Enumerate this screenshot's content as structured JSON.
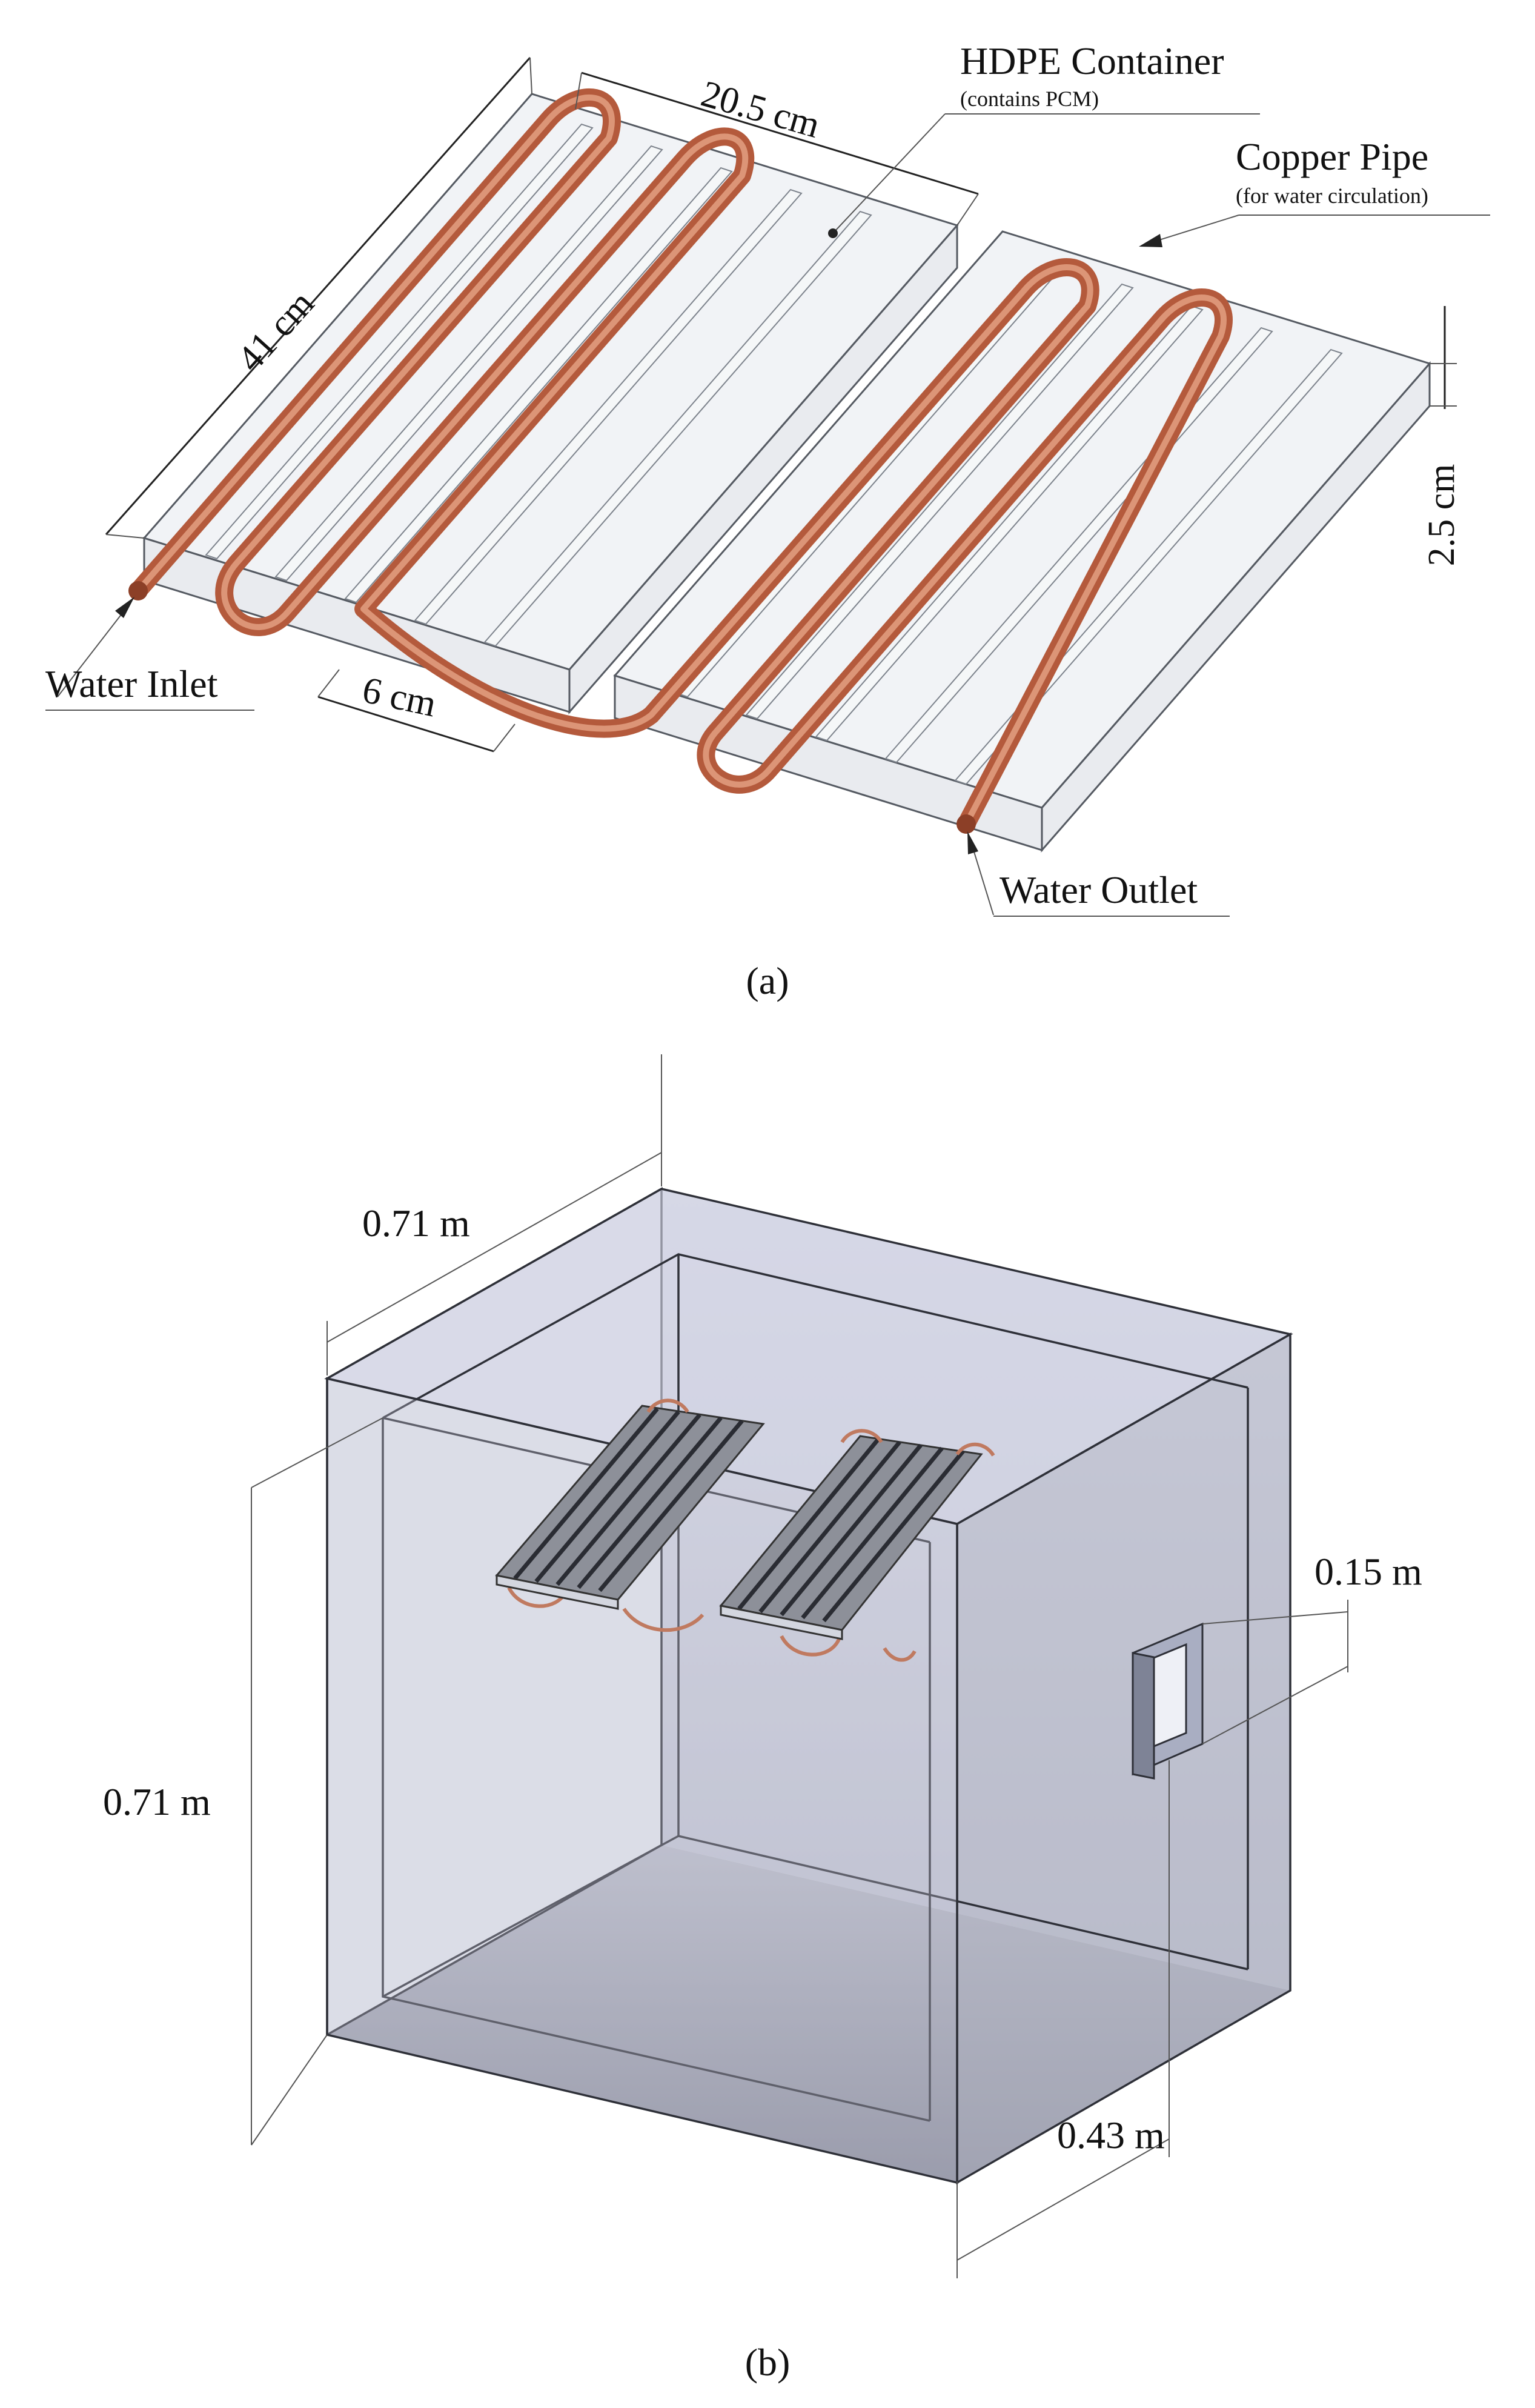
{
  "figure_a": {
    "caption": "(a)",
    "labels": {
      "hdpe_container": "HDPE Container",
      "hdpe_note": "(contains PCM)",
      "copper_pipe": "Copper Pipe",
      "copper_note": "(for water circulation)",
      "water_inlet": "Water Inlet",
      "water_outlet": "Water Outlet"
    },
    "dimensions": {
      "length": "41 cm",
      "width": "20.5 cm",
      "thickness": "2.5 cm",
      "pitch": "6 cm"
    }
  },
  "figure_b": {
    "caption": "(b)",
    "dimensions": {
      "depth": "0.71 m",
      "height": "0.71 m",
      "opening": "0.15 m",
      "width": "0.43 m"
    }
  },
  "colors": {
    "copper": "#b45a3c",
    "container": "#e6e9ee",
    "chamber": "#c9ccd8"
  }
}
